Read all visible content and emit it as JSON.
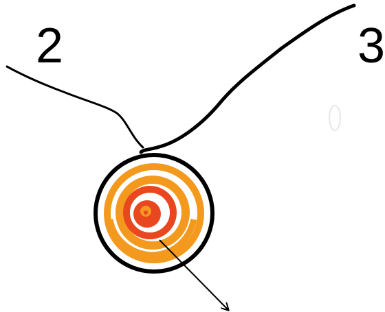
{
  "labels": {
    "left": "2",
    "right": "3"
  },
  "colors": {
    "ink": "#000000",
    "orange": "#F39A1E",
    "red": "#E8471F",
    "white": "#FFFFFF",
    "faint": "#E6E6E6"
  },
  "icons": {
    "pendant": "concentric-spiral-disc",
    "pointer": "arrow-down-right"
  }
}
